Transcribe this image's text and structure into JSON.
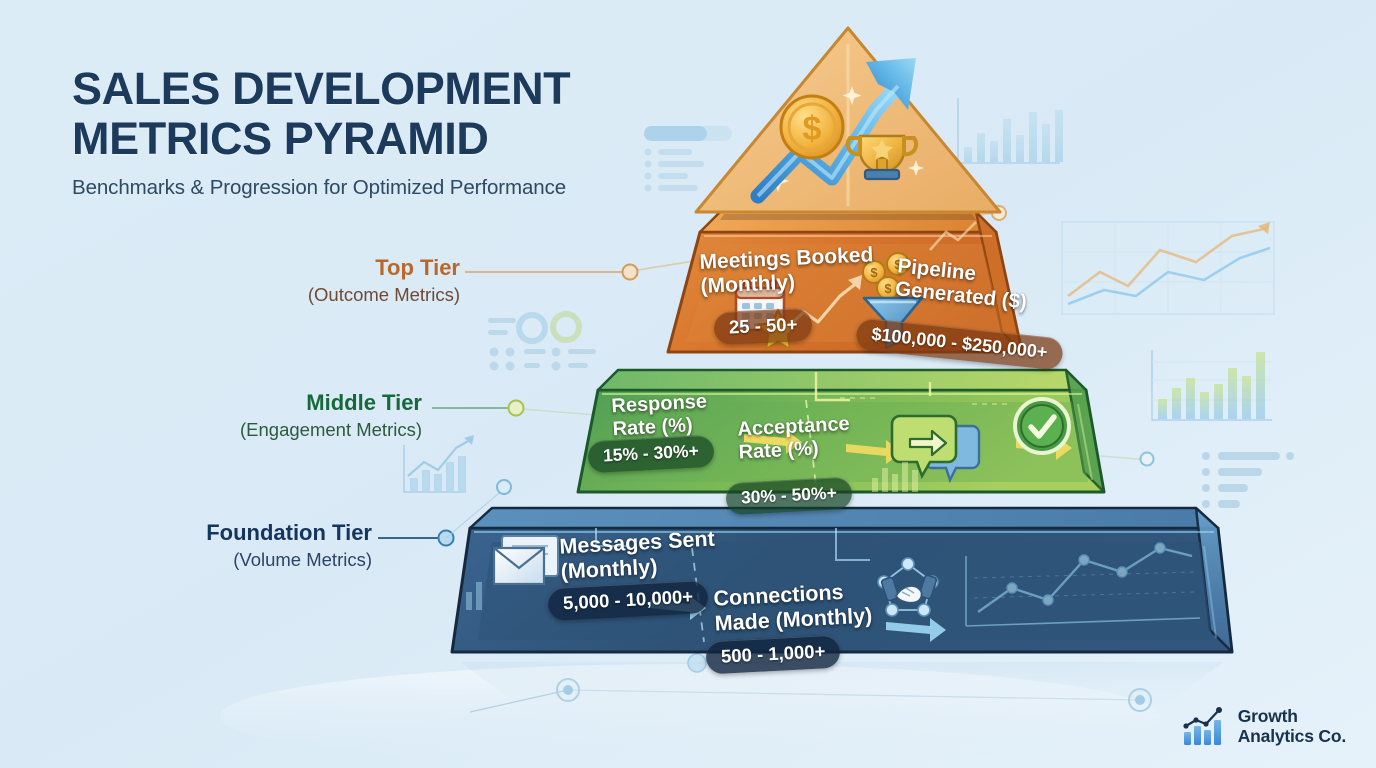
{
  "header": {
    "title_line1": "SALES DEVELOPMENT",
    "title_line2": "METRICS PYRAMID",
    "subtitle": "Benchmarks & Progression for Optimized Performance"
  },
  "tiers": [
    {
      "id": "top",
      "label": "Top Tier",
      "sublabel": "(Outcome Metrics)",
      "color": "#d9772e",
      "label_color": "#b8682a",
      "metrics": [
        {
          "name": "Meetings Booked\n(Monthly)",
          "name_line1": "Meetings Booked",
          "name_line2": "(Monthly)",
          "value": "25 - 50+",
          "icon": "calendar-star-icon"
        },
        {
          "name": "Pipeline Generated ($)",
          "name_line1": "Pipeline",
          "name_line2": "Generated ($)",
          "value": "$100,000 - $250,000+",
          "icon": "funnel-coins-icon"
        }
      ]
    },
    {
      "id": "middle",
      "label": "Middle Tier",
      "sublabel": "(Engagement Metrics)",
      "color": "#5fa544",
      "label_color": "#18693a",
      "metrics": [
        {
          "name": "Response Rate (%)",
          "name_line1": "Response",
          "name_line2": "Rate (%)",
          "value": "15% - 30%+",
          "icon": "none"
        },
        {
          "name": "Acceptance Rate (%)",
          "name_line1": "Acceptance",
          "name_line2": "Rate (%)",
          "value": "30% - 50%+",
          "icon": "speech-bubble-arrow-icon"
        }
      ]
    },
    {
      "id": "foundation",
      "label": "Foundation Tier",
      "sublabel": "(Volume Metrics)",
      "color": "#33567e",
      "label_color": "#14355c",
      "metrics": [
        {
          "name": "Messages Sent (Monthly)",
          "name_line1": "Messages Sent",
          "name_line2": "(Monthly)",
          "value": "5,000 - 10,000+",
          "icon": "envelope-icon"
        },
        {
          "name": "Connections Made (Monthly)",
          "name_line1": "Connections",
          "name_line2": "Made (Monthly)",
          "value": "500 - 1,000+",
          "icon": "handshake-network-icon"
        }
      ]
    }
  ],
  "apex": {
    "icons": [
      "dollar-coin-icon",
      "growth-arrow-icon",
      "trophy-icon"
    ]
  },
  "logo": {
    "line1": "Growth",
    "line2": "Analytics Co.",
    "icon": "bar-line-chart-icon"
  },
  "chart_data": {
    "type": "pie",
    "title": "Sales Development Metrics Pyramid",
    "subtitle": "Benchmarks & Progression for Optimized Performance",
    "categories": [
      "Foundation Tier (Volume Metrics)",
      "Middle Tier (Engagement Metrics)",
      "Top Tier (Outcome Metrics)"
    ],
    "series": [
      {
        "name": "Foundation Tier (Volume Metrics)",
        "color": "#33567e",
        "items": [
          {
            "metric": "Messages Sent (Monthly)",
            "range_low": 5000,
            "range_high": 10000,
            "display": "5,000 - 10,000+",
            "unit": "messages"
          },
          {
            "metric": "Connections Made (Monthly)",
            "range_low": 500,
            "range_high": 1000,
            "display": "500 - 1,000+",
            "unit": "connections"
          }
        ]
      },
      {
        "name": "Middle Tier (Engagement Metrics)",
        "color": "#5fa544",
        "items": [
          {
            "metric": "Response Rate (%)",
            "range_low": 15,
            "range_high": 30,
            "display": "15% - 30%+",
            "unit": "%"
          },
          {
            "metric": "Acceptance Rate (%)",
            "range_low": 30,
            "range_high": 50,
            "display": "30% - 50%+",
            "unit": "%"
          }
        ]
      },
      {
        "name": "Top Tier (Outcome Metrics)",
        "color": "#d9772e",
        "items": [
          {
            "metric": "Meetings Booked (Monthly)",
            "range_low": 25,
            "range_high": 50,
            "display": "25 - 50+",
            "unit": "meetings"
          },
          {
            "metric": "Pipeline Generated ($)",
            "range_low": 100000,
            "range_high": 250000,
            "display": "$100,000 - $250,000+",
            "unit": "USD"
          }
        ]
      }
    ],
    "legend_position": "left",
    "grid": false
  }
}
